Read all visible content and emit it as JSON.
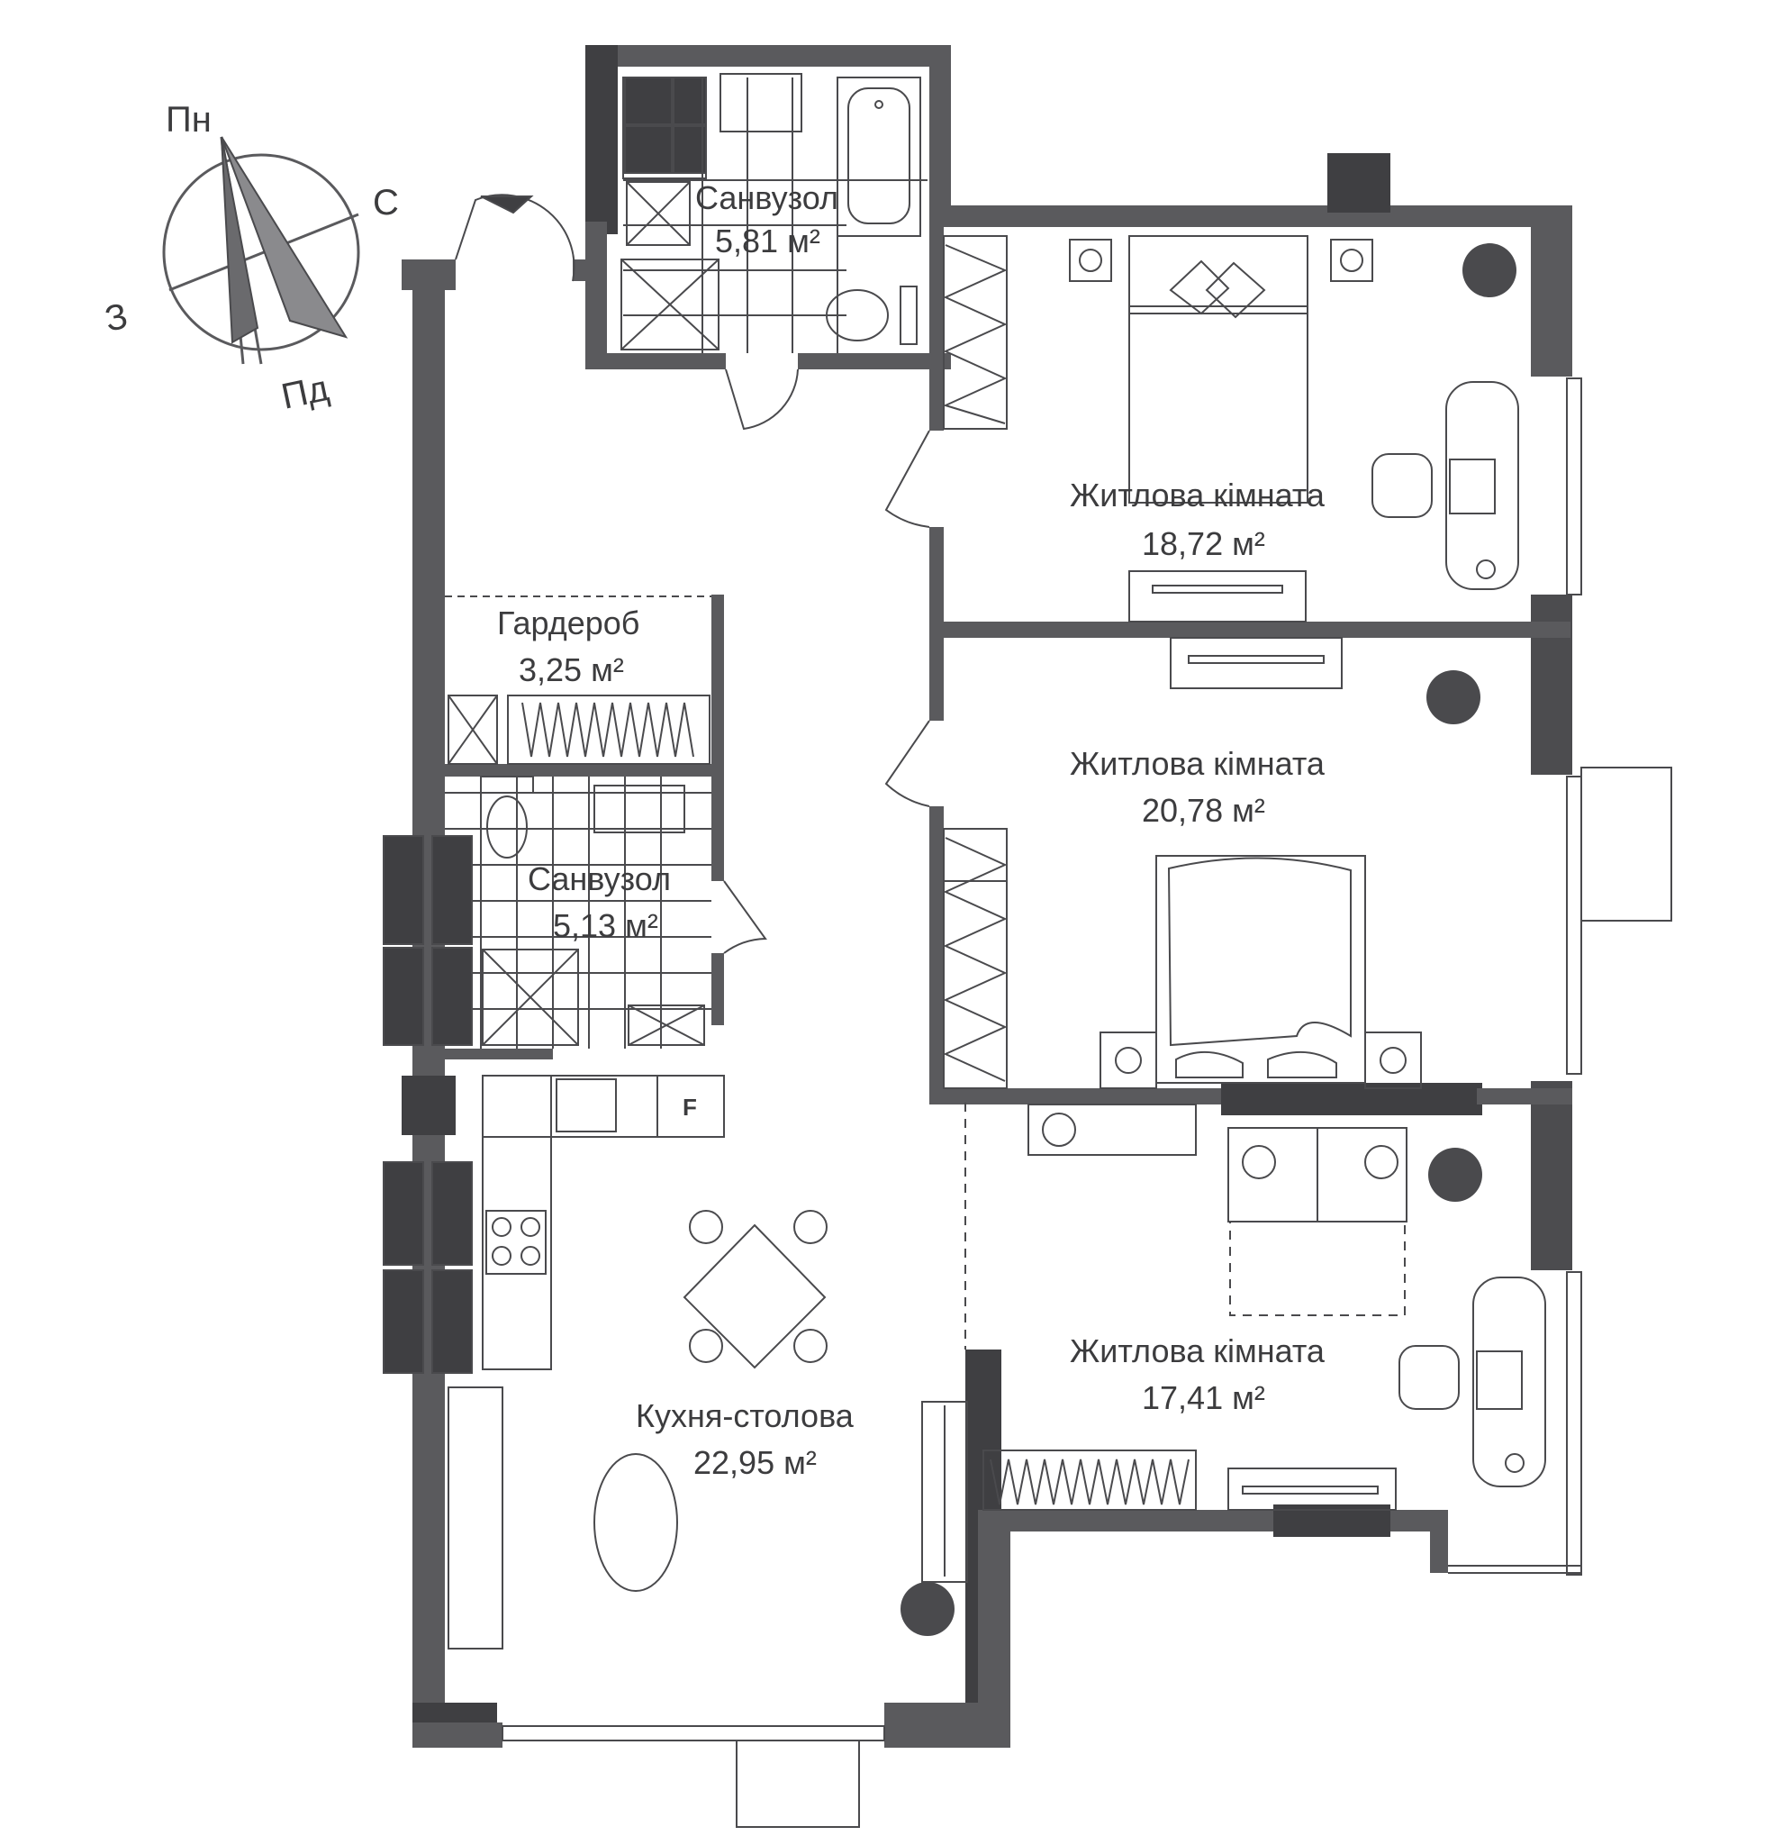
{
  "colors": {
    "wall": "#5a5a5d",
    "wall_dark": "#3f3f42",
    "line": "#4a4a4d",
    "text": "#3c3c3e"
  },
  "compass": {
    "north": "Пн",
    "east": "С",
    "south": "Пд",
    "west": "З"
  },
  "area_unit": "м²",
  "rooms": {
    "bath_top": {
      "name": "Санвузол",
      "area": "5,81 м²"
    },
    "bedroom_1": {
      "name": "Житлова кімната",
      "area": "18,72 м²"
    },
    "wardrobe": {
      "name": "Гардероб",
      "area": "3,25 м²"
    },
    "bedroom_2": {
      "name": "Житлова кімната",
      "area": "20,78 м²"
    },
    "bath_mid": {
      "name": "Санвузол",
      "area": "5,13 м²"
    },
    "kitchen": {
      "name": "Кухня-столова",
      "area": "22,95 м²"
    },
    "bedroom_3": {
      "name": "Житлова кімната",
      "area": "17,41 м²"
    }
  },
  "fridge_label": "F"
}
